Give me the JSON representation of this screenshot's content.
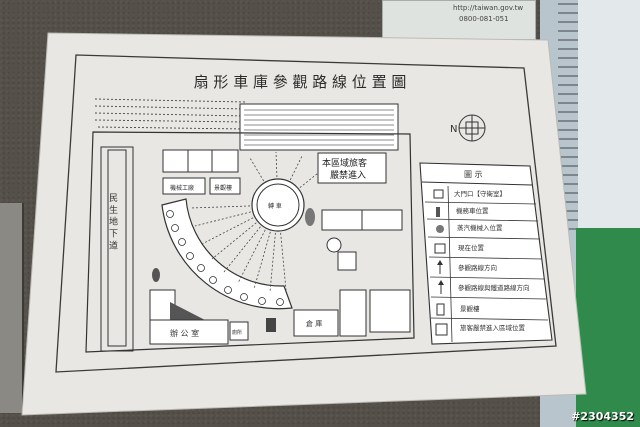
{
  "top_sign": {
    "url": "http://taiwan.gov.tw",
    "phone": "0800-081-051"
  },
  "poster": {
    "title": "扇 形 車 庫 參 觀 路 線 位 置 圖",
    "compass_label": "N",
    "notice_line1": "本區域旅客",
    "notice_line2": "嚴禁進入",
    "underpass_label": "民 生 地 下 道",
    "turntable_label": "轉 車",
    "room_labels": {
      "machine_shop": "機械工廠",
      "viewing_deck": "景觀樓",
      "office": "辦 公 室",
      "warehouse": "倉 庫",
      "toilet": "廁所"
    },
    "legend": {
      "title": "圖 示",
      "items": [
        "大門口【守衛室】",
        "機務車位置",
        "蒸汽機械入位置",
        "現在位置",
        "參觀路線方向",
        "參觀路線與鐵道路線方向",
        "景觀樓",
        "旅客嚴禁進入區域位置"
      ]
    }
  },
  "watermark": "#2304352"
}
